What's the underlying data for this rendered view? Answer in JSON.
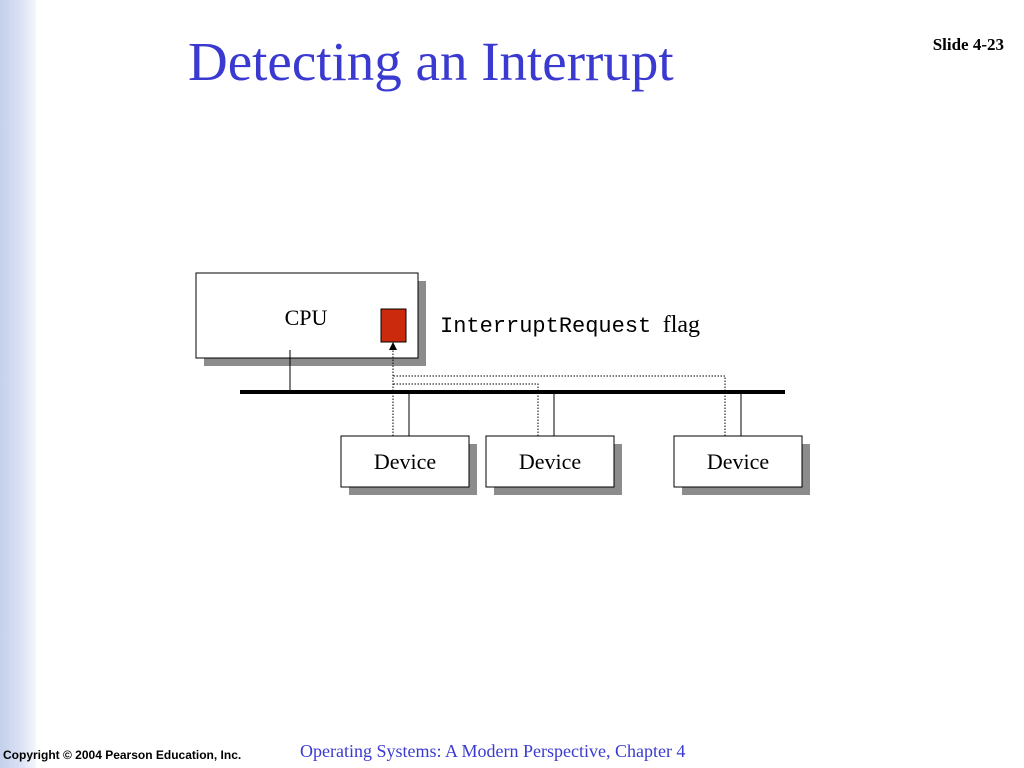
{
  "slide": {
    "title": "Detecting an Interrupt",
    "number": "Slide 4-23",
    "copyright": "Copyright © 2004 Pearson Education, Inc.",
    "footer": "Operating Systems: A Modern Perspective, Chapter 4"
  },
  "diagram": {
    "cpu_label": "CPU",
    "flag_name": "InterruptRequest",
    "flag_suffix": "flag",
    "devices": [
      {
        "label": "Device"
      },
      {
        "label": "Device"
      },
      {
        "label": "Device"
      }
    ],
    "colors": {
      "flag_fill": "#cc2a0c",
      "shadow": "#8c8c8c",
      "title": "#3a3ad0"
    }
  }
}
